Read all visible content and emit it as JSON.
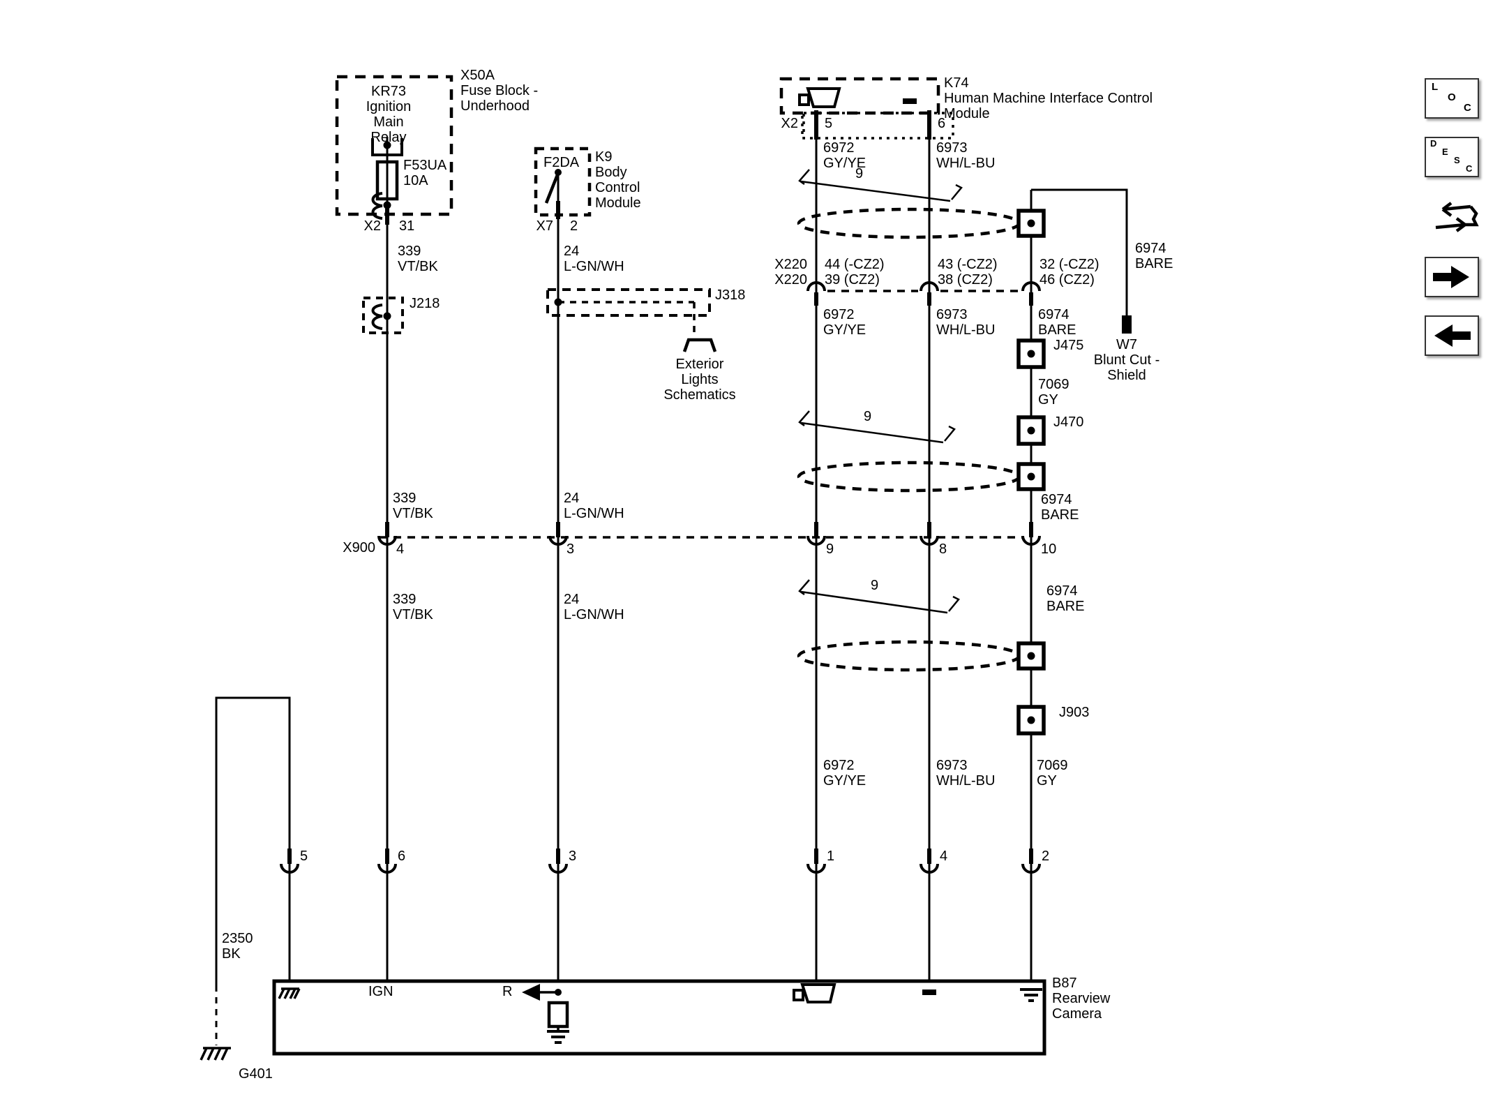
{
  "page": {
    "background": "#ffffff",
    "ink": "#000000"
  },
  "toolbar": {
    "loc_letters": [
      "L",
      "O",
      "C"
    ],
    "desc_letters": [
      "D",
      "E",
      "S",
      "C"
    ]
  },
  "components": {
    "fuse_block": {
      "name_lines": [
        "X50A",
        "Fuse Block -",
        "Underhood"
      ],
      "relay_lines": [
        "KR73",
        "Ignition",
        "Main",
        "Relay"
      ],
      "fuse_lines": [
        "F53UA",
        "10A"
      ],
      "connector": "X2",
      "pin": "31"
    },
    "bcm": {
      "fuse": "F2DA",
      "name_lines": [
        "K9",
        "Body",
        "Control",
        "Module"
      ],
      "connector": "X7",
      "pin": "2"
    },
    "hmi": {
      "name_lines": [
        "K74",
        "Human Machine Interface Control",
        "Module"
      ],
      "connector": "X2",
      "pin5": "5",
      "pin6": "6"
    },
    "camera": {
      "name_lines": [
        "B87",
        "Rearview",
        "Camera"
      ],
      "pin5": "5",
      "pin6": "6",
      "pin3": "3",
      "pin1": "1",
      "pin4": "4",
      "pin2": "2",
      "ign": "IGN",
      "reverse": "R"
    }
  },
  "inline_connectors": {
    "x900": {
      "label": "X900",
      "pin4": "4",
      "pin3": "3",
      "pin9": "9",
      "pin8": "8",
      "pin10": "10"
    },
    "x220": {
      "label1": "X220",
      "label2": "X220",
      "pins_a": [
        "44 (-CZ2)",
        "39 (CZ2)"
      ],
      "pins_b": [
        "43 (-CZ2)",
        "38 (CZ2)"
      ],
      "pins_c": [
        "32 (-CZ2)",
        "46 (CZ2)"
      ]
    }
  },
  "splices": {
    "j218": "J218",
    "j318": "J318",
    "j475": "J475",
    "j470": "J470",
    "j903": "J903"
  },
  "ground": {
    "g401": "G401"
  },
  "offpage": {
    "exterior_lines": [
      "Exterior",
      "Lights",
      "Schematics"
    ]
  },
  "wires": {
    "w339": [
      "339",
      "VT/BK"
    ],
    "w24": [
      "24",
      "L-GN/WH"
    ],
    "w6972": [
      "6972",
      "GY/YE"
    ],
    "w6973": [
      "6973",
      "WH/L-BU"
    ],
    "w6974": [
      "6974",
      "BARE"
    ],
    "w7069": [
      "7069",
      "GY"
    ],
    "w2350": [
      "2350",
      "BK"
    ],
    "w7_lines": [
      "W7",
      "Blunt Cut -",
      "Shield"
    ],
    "twist_count": "9"
  }
}
